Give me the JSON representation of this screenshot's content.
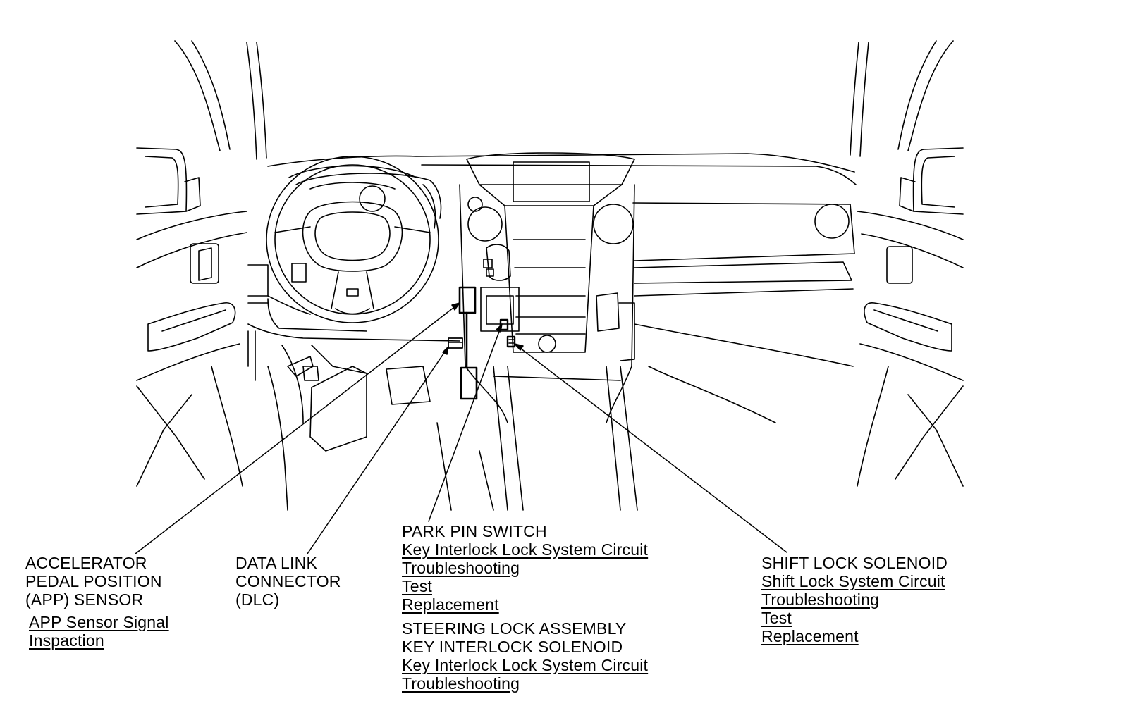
{
  "components": [
    {
      "id": "app",
      "title_lines": [
        "ACCELERATOR",
        "PEDAL POSITION",
        "(APP) SENSOR"
      ],
      "links": [
        "APP Sensor Signal",
        "Inspaction"
      ]
    },
    {
      "id": "dlc",
      "title_lines": [
        "DATA LINK",
        "CONNECTOR",
        "(DLC)"
      ],
      "links": []
    },
    {
      "id": "park",
      "title_lines": [
        "PARK PIN SWITCH"
      ],
      "links": [
        "Key Interlock Lock System Circuit",
        "Troubleshooting",
        "Test",
        "Replacement"
      ],
      "title_lines_2": [
        "STEERING LOCK ASSEMBLY",
        "KEY INTERLOCK SOLENOID"
      ],
      "links_2": [
        "Key Interlock Lock System Circuit",
        "Troubleshooting"
      ]
    },
    {
      "id": "shift",
      "title_lines": [
        "SHIFT LOCK SOLENOID"
      ],
      "links": [
        "Shift Lock System Circuit",
        "Troubleshooting",
        "Test",
        "Replacement"
      ]
    }
  ]
}
